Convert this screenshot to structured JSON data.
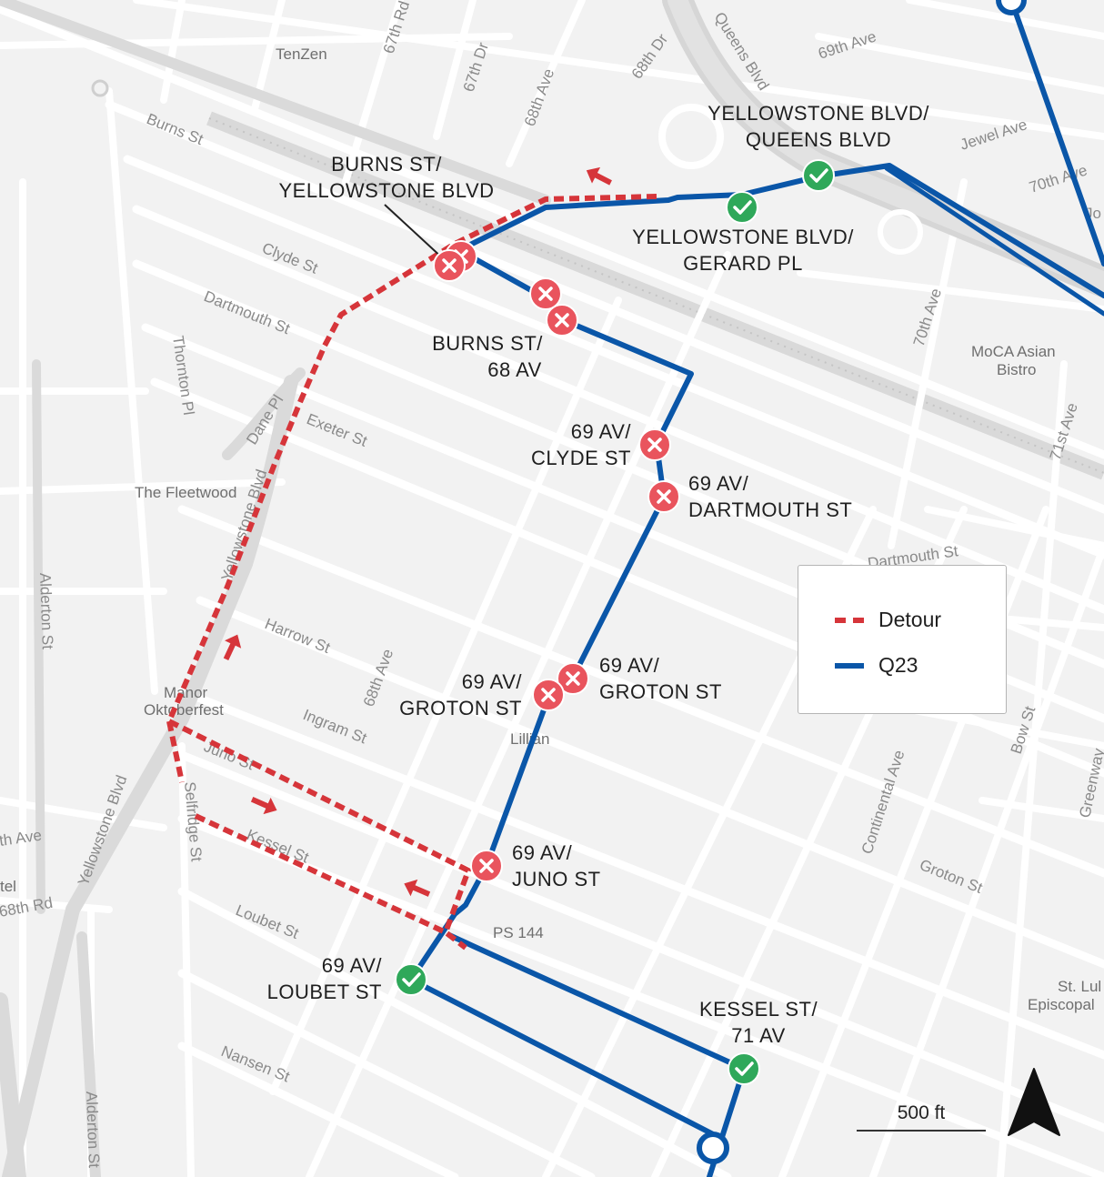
{
  "colors": {
    "route": "#0a56a8",
    "detour": "#d6353a",
    "closed_stop": "#e9545d",
    "open_stop": "#2fa85a",
    "street": "#ffffff",
    "block": "#f2f2f2"
  },
  "streets": {
    "burns": "Burns St",
    "clyde": "Clyde St",
    "dartmouth": "Dartmouth St",
    "exeter": "Exeter St",
    "thornton": "Thornton Pl",
    "dane": "Dane Pl",
    "yellowstone_1": "Yellowstone Blvd",
    "yellowstone_2": "Yellowstone Blvd",
    "alderton_1": "Alderton St",
    "alderton_2": "Alderton St",
    "harrow": "Harrow St",
    "ingram": "Ingram St",
    "juno": "Juno St",
    "selfridge": "Selfridge St",
    "kessel": "Kessel St",
    "loubet": "Loubet St",
    "nansen": "Nansen St",
    "ave_68_left": "68th Ave",
    "ave_68th_mid": "68th Ave",
    "rd_67th": "67th Rd",
    "dr_67th": "67th Dr",
    "ave_68th_top": "68th Ave",
    "dr_68th": "68th Dr",
    "queens": "Queens Blvd",
    "ave_69th": "69th Ave",
    "jewel": "Jewel Ave",
    "ave_70th": "70th Ave",
    "ave_70th_v": "70th Ave",
    "ave_71st": "71st Ave",
    "dartmouth_e": "Dartmouth St",
    "continental": "Continental Ave",
    "groton_e": "Groton St",
    "bow": "Bow St",
    "greenway": "Greenway",
    "rd_68th": "68th Rd",
    "th_ave_left": "th Ave",
    "jo": "Jo"
  },
  "pois": {
    "tenzen": "TenZen",
    "fleetwood": "The Fleetwood",
    "manor_1": "Manor",
    "manor_2": "Oktoberfest",
    "moca_1": "MoCA Asian",
    "moca_2": "Bistro",
    "lillian": "Lillian",
    "ps144": "PS 144",
    "stluke_1": "St. Lul",
    "stluke_2": "Episcopal",
    "tel": "tel"
  },
  "stops": [
    {
      "id": "yellowstone-queens",
      "status": "open",
      "label": [
        "YELLOWSTONE BLVD/",
        "QUEENS BLVD"
      ]
    },
    {
      "id": "yellowstone-gerard",
      "status": "open",
      "label": [
        "YELLOWSTONE BLVD/",
        "GERARD PL"
      ]
    },
    {
      "id": "burns-yellowstone",
      "status": "closed",
      "label": [
        "BURNS ST/",
        "YELLOWSTONE BLVD"
      ]
    },
    {
      "id": "burns-68av",
      "status": "closed",
      "label": [
        "BURNS ST/",
        "68 AV"
      ]
    },
    {
      "id": "69av-clyde",
      "status": "closed",
      "label": [
        "69 AV/",
        "CLYDE ST"
      ]
    },
    {
      "id": "69av-dartmouth",
      "status": "closed",
      "label": [
        "69 AV/",
        "DARTMOUTH ST"
      ]
    },
    {
      "id": "69av-groton-e",
      "status": "closed",
      "label": [
        "69 AV/",
        "GROTON ST"
      ]
    },
    {
      "id": "69av-groton-w",
      "status": "closed",
      "label": [
        "69 AV/",
        "GROTON ST"
      ]
    },
    {
      "id": "69av-juno",
      "status": "closed",
      "label": [
        "69 AV/",
        "JUNO ST"
      ]
    },
    {
      "id": "69av-loubet",
      "status": "open",
      "label": [
        "69 AV/",
        "LOUBET ST"
      ]
    },
    {
      "id": "kessel-71av",
      "status": "open",
      "label": [
        "KESSEL ST/",
        "71 AV"
      ]
    }
  ],
  "legend": {
    "detour": "Detour",
    "route": "Q23"
  },
  "scale": "500 ft"
}
